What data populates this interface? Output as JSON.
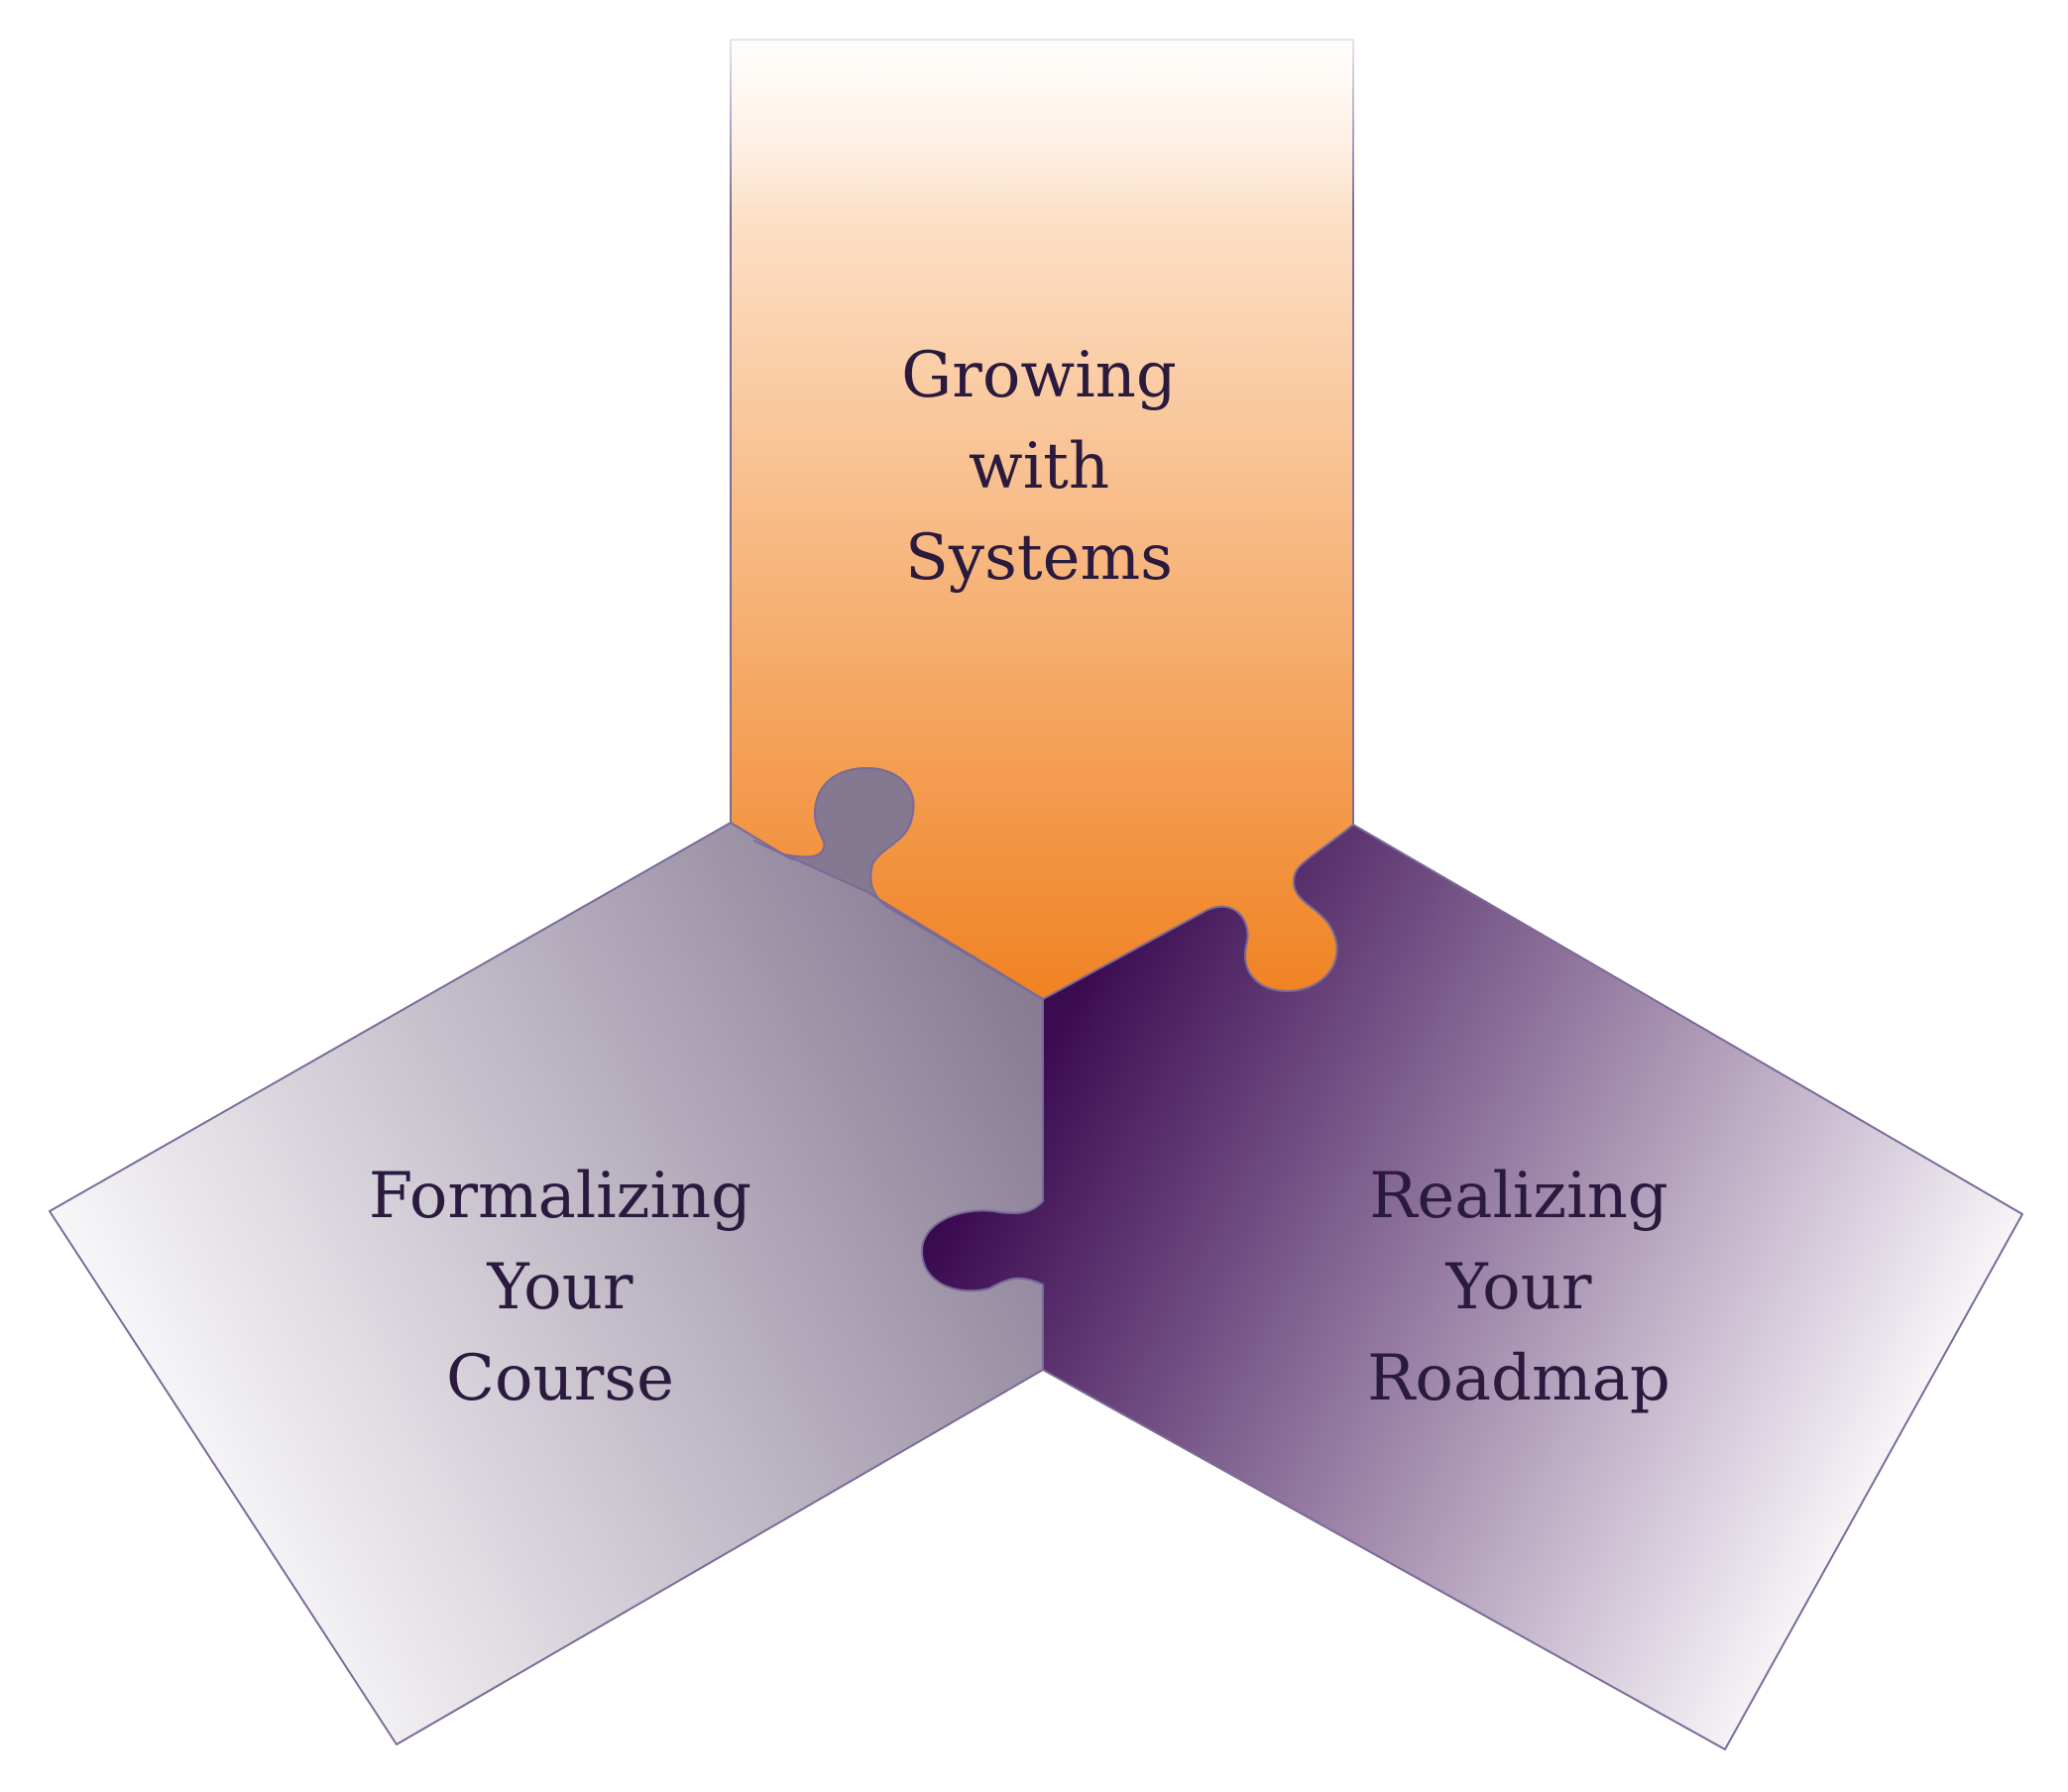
{
  "colors": {
    "background": "#ffffff",
    "text": "#2a1a3e",
    "edge": "#7a6a98",
    "top_piece_light": "#fff5ec",
    "top_piece_dark": "#f08222",
    "left_piece_light": "#ffffff",
    "left_piece_dark": "#857891",
    "right_piece_light": "#ffffff",
    "right_piece_dark": "#3b0b52"
  },
  "pieces": {
    "top": {
      "lines": [
        "Growing",
        "with",
        "Systems"
      ]
    },
    "left": {
      "lines": [
        "Formalizing",
        "Your",
        "Course"
      ]
    },
    "right": {
      "lines": [
        "Realizing",
        "Your",
        "Roadmap"
      ]
    }
  }
}
